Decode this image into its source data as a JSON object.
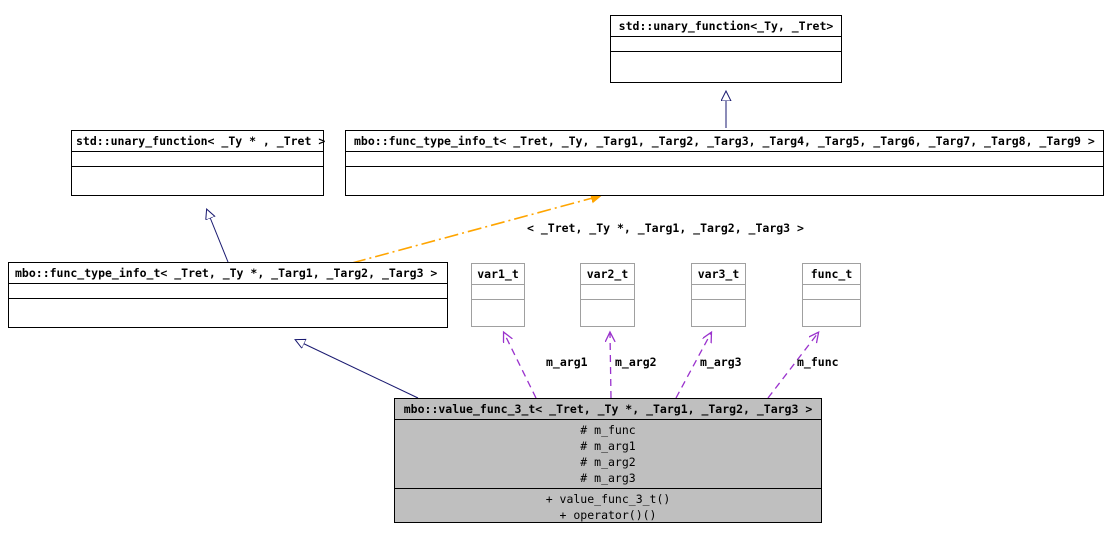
{
  "diagram": {
    "type": "uml-class-inheritance-collaboration",
    "colors": {
      "inheritance_edge": "#191970",
      "template_binding_edge": "#ffa500",
      "member_edge": "#9a32cd",
      "highlight_fill": "#bfbfbf",
      "box_border": "#000000",
      "light_box_border": "#a0a0a0"
    },
    "classes": [
      {
        "id": "std_unary_function_ty_tret",
        "title": "std::unary_function<_Ty, _Tret>",
        "attributes": [],
        "operations": [],
        "filled": false,
        "light_border": false
      },
      {
        "id": "std_unary_function_typtr_tret",
        "title": "std::unary_function< _Ty * , _Tret >",
        "attributes": [],
        "operations": [],
        "filled": false,
        "light_border": false
      },
      {
        "id": "mbo_func_type_info_t_full",
        "title": "mbo::func_type_info_t< _Tret, _Ty, _Targ1, _Targ2, _Targ3, _Targ4, _Targ5, _Targ6, _Targ7, _Targ8, _Targ9 >",
        "attributes": [],
        "operations": [],
        "filled": false,
        "light_border": false
      },
      {
        "id": "mbo_func_type_info_t_bound",
        "title": "mbo::func_type_info_t< _Tret, _Ty *, _Targ1, _Targ2, _Targ3 >",
        "attributes": [],
        "operations": [],
        "filled": false,
        "light_border": false
      },
      {
        "id": "var1_t",
        "title": "var1_t",
        "attributes": [],
        "operations": [],
        "filled": false,
        "light_border": true
      },
      {
        "id": "var2_t",
        "title": "var2_t",
        "attributes": [],
        "operations": [],
        "filled": false,
        "light_border": true
      },
      {
        "id": "var3_t",
        "title": "var3_t",
        "attributes": [],
        "operations": [],
        "filled": false,
        "light_border": true
      },
      {
        "id": "func_t",
        "title": "func_t",
        "attributes": [],
        "operations": [],
        "filled": false,
        "light_border": true
      },
      {
        "id": "mbo_value_func_3_t",
        "title": "mbo::value_func_3_t< _Tret, _Ty *, _Targ1, _Targ2, _Targ3 >",
        "attributes": [
          "# m_func",
          "# m_arg1",
          "# m_arg2",
          "# m_arg3"
        ],
        "operations": [
          "+ value_func_3_t()",
          "+ operator()()"
        ],
        "filled": true,
        "light_border": false
      }
    ],
    "edge_labels": {
      "template_binding": "< _Tret, _Ty *, _Targ1, _Targ2, _Targ3 >",
      "m_arg1": "m_arg1",
      "m_arg2": "m_arg2",
      "m_arg3": "m_arg3",
      "m_func": "m_func"
    }
  }
}
